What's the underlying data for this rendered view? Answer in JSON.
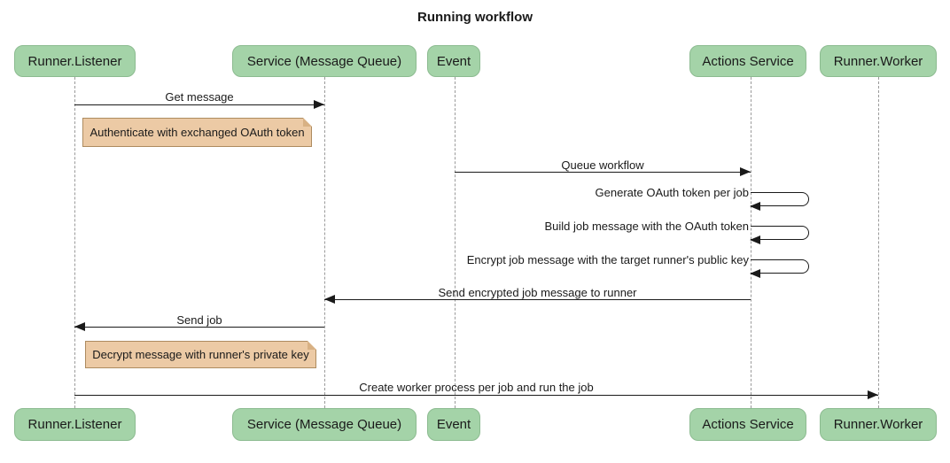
{
  "title": "Running workflow",
  "colors": {
    "actor_fill": "#a4d3a8",
    "actor_border": "#8cbb90",
    "note_fill": "#eccaa5",
    "note_border": "#ad8b5f",
    "note_fold": "#d8b184",
    "lifeline": "#9a9a9a",
    "arrow": "#1a1a1a",
    "background": "#ffffff"
  },
  "actors": [
    {
      "id": "runner-listener",
      "label": "Runner.Listener"
    },
    {
      "id": "service-message-queue",
      "label": "Service (Message Queue)"
    },
    {
      "id": "event",
      "label": "Event"
    },
    {
      "id": "actions-service",
      "label": "Actions Service"
    },
    {
      "id": "runner-worker",
      "label": "Runner.Worker"
    }
  ],
  "messages": [
    {
      "from": "Runner.Listener",
      "to": "Service (Message Queue)",
      "label": "Get message",
      "type": "solid-arrow"
    },
    {
      "from": "Event",
      "to": "Actions Service",
      "label": "Queue workflow",
      "type": "solid-arrow"
    },
    {
      "from": "Actions Service",
      "to": "Actions Service",
      "label": "Generate OAuth token per job",
      "type": "self-loop"
    },
    {
      "from": "Actions Service",
      "to": "Actions Service",
      "label": "Build job message with the OAuth token",
      "type": "self-loop"
    },
    {
      "from": "Actions Service",
      "to": "Actions Service",
      "label": "Encrypt job message with the target runner's public key",
      "type": "self-loop"
    },
    {
      "from": "Actions Service",
      "to": "Service (Message Queue)",
      "label": "Send encrypted job message to runner",
      "type": "solid-arrow"
    },
    {
      "from": "Service (Message Queue)",
      "to": "Runner.Listener",
      "label": "Send job",
      "type": "solid-arrow"
    },
    {
      "from": "Runner.Listener",
      "to": "Runner.Worker",
      "label": "Create worker process per job and run the job",
      "type": "solid-arrow"
    }
  ],
  "notes": [
    {
      "over": "Runner.Listener",
      "label": "Authenticate with exchanged OAuth token"
    },
    {
      "over": "Runner.Listener",
      "label": "Decrypt message with runner's private key"
    }
  ]
}
